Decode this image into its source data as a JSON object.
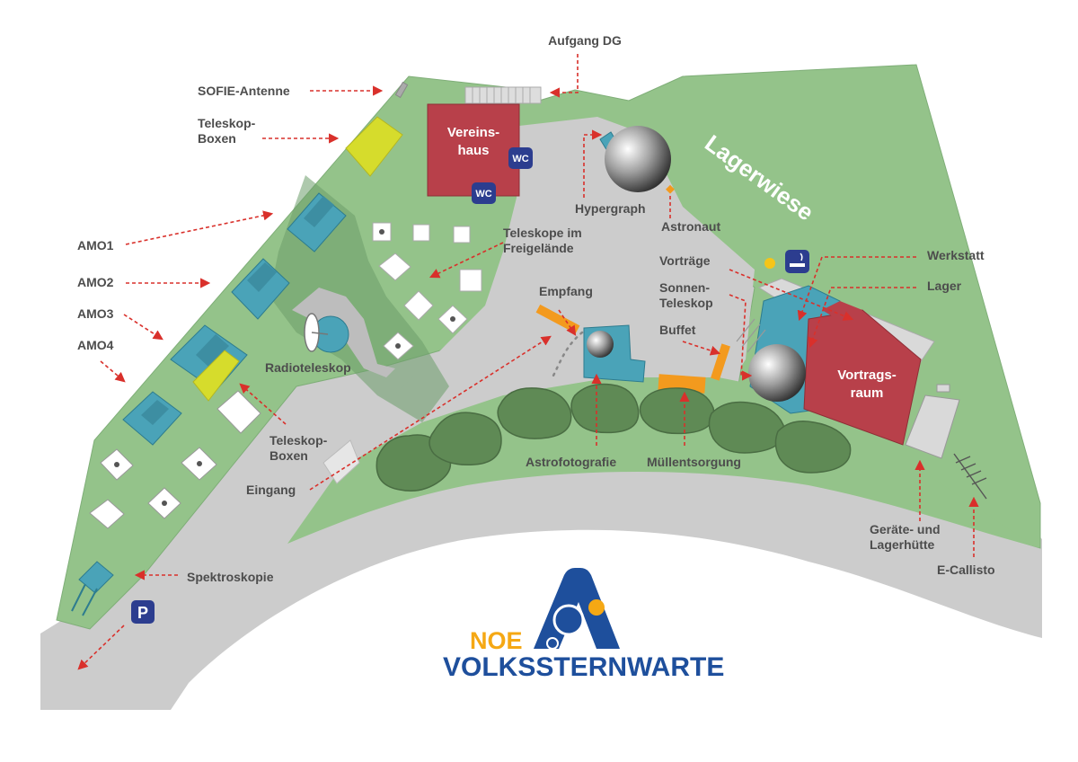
{
  "colors": {
    "lawn": "#94c38a",
    "lawn_dark": "#6b9d6a",
    "paving": "#cccccc",
    "building_red": "#b8404a",
    "water_blue": "#4aa3b8",
    "telescope_yellow": "#d6dc2c",
    "buffet_orange": "#f39a1e",
    "hedge": "#5f8a55",
    "arrow_red": "#d9302b",
    "logo_blue": "#1e4f9c",
    "logo_orange": "#f5a814",
    "icon_blue": "#2c3d8f"
  },
  "labels": {
    "aufgang": "Aufgang DG",
    "sofie": "SOFIE-Antenne",
    "teleskop_boxen_top_1": "Teleskop-",
    "teleskop_boxen_top_2": "Boxen",
    "amo1": "AMO1",
    "amo2": "AMO2",
    "amo3": "AMO3",
    "amo4": "AMO4",
    "radioteleskop": "Radioteleskop",
    "teleskop_boxen_bottom_1": "Teleskop-",
    "teleskop_boxen_bottom_2": "Boxen",
    "eingang": "Eingang",
    "spektroskopie": "Spektroskopie",
    "vereinshaus_1": "Vereins-",
    "vereinshaus_2": "haus",
    "wc": "WC",
    "teleskope_freigelaende_1": "Teleskope im",
    "teleskope_freigelaende_2": "Freigelände",
    "hypergraph": "Hypergraph",
    "astronaut": "Astronaut",
    "lagerwiese": "Lagerwiese",
    "empfang": "Empfang",
    "vortraege": "Vorträge",
    "sonnen_teleskop_1": "Sonnen-",
    "sonnen_teleskop_2": "Teleskop",
    "buffet": "Buffet",
    "werkstatt": "Werkstatt",
    "lager": "Lager",
    "vortragsraum_1": "Vortrags-",
    "vortragsraum_2": "raum",
    "astrofotografie": "Astrofotografie",
    "muellentsorgung": "Müllentsorgung",
    "geraete_1": "Geräte- und",
    "geraete_2": "Lagerhütte",
    "ecallisto": "E-Callisto",
    "parking": "P"
  },
  "icons": {
    "wc": "wc-icon",
    "smoking": "smoking-area-icon",
    "parking": "parking-icon"
  },
  "logo": {
    "noe": "NOE",
    "main": "VOLKSSTERNWARTE"
  }
}
